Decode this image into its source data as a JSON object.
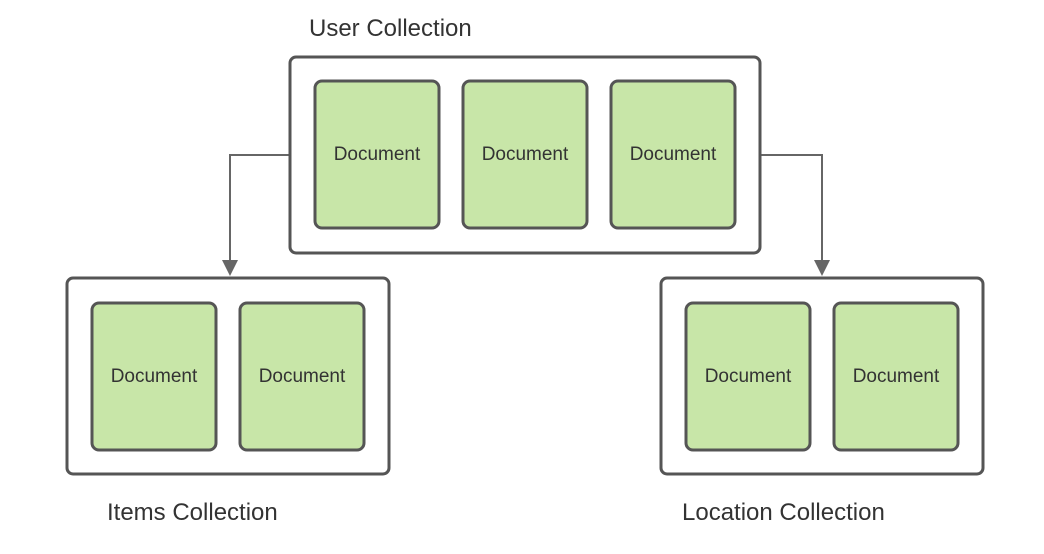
{
  "colors": {
    "document_fill": "#c8e6a8",
    "border": "#555555",
    "connector": "#666666",
    "text": "#333333"
  },
  "collections": {
    "user": {
      "label": "User Collection",
      "documents": [
        "Document",
        "Document",
        "Document"
      ]
    },
    "items": {
      "label": "Items Collection",
      "documents": [
        "Document",
        "Document"
      ]
    },
    "location": {
      "label": "Location Collection",
      "documents": [
        "Document",
        "Document"
      ]
    }
  }
}
